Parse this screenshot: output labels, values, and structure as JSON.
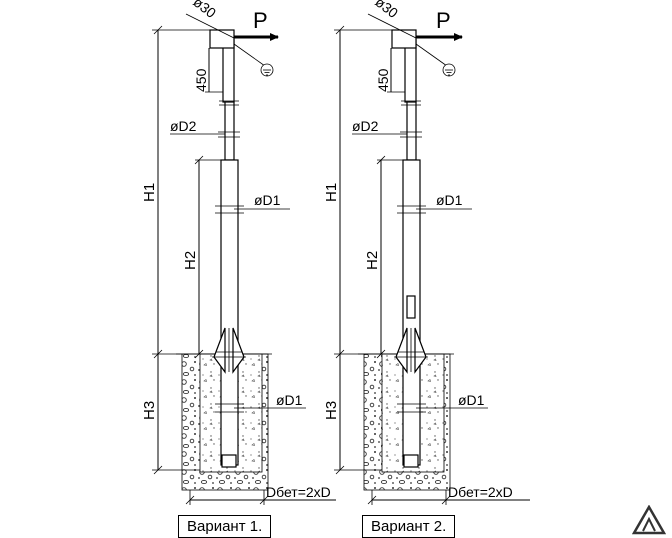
{
  "variants": [
    {
      "caption": "Вариант 1.",
      "labels": {
        "diam_top": "ø30",
        "force": "P",
        "len_450": "450",
        "d2": "øD2",
        "d1_upper": "øD1",
        "h1": "H1",
        "h2": "H2",
        "h3": "H3",
        "d1_lower": "øD1",
        "dbet": "Dбет=2xD"
      }
    },
    {
      "caption": "Вариант 2.",
      "labels": {
        "diam_top": "ø30",
        "force": "P",
        "len_450": "450",
        "d2": "øD2",
        "d1_upper": "øD1",
        "h1": "H1",
        "h2": "H2",
        "h3": "H3",
        "d1_lower": "øD1",
        "dbet": "Dбет=2xD"
      }
    }
  ],
  "icons": {
    "ground": "ground-symbol-icon",
    "logo": "company-logo-icon"
  }
}
